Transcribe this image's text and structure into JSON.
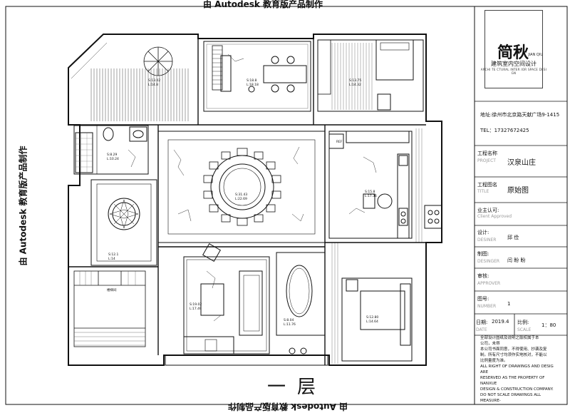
{
  "watermark": "由 Autodesk 教育版产品制作",
  "floor_title": "一层",
  "logo": {
    "name_cn": "简秋",
    "name_en": "JIAN QIU",
    "subtitle": "建筑室内空间设计",
    "subtitle_en": "ARCHI TE CTURAL INTER IOR SPACE DESI GN"
  },
  "address": "地址:徐州市北京路天献广场9-1415",
  "phone": "TEL：17327672425",
  "title_block": {
    "project_label": "工程名称",
    "project_label_en": "PROJECT",
    "project_value": "汉泉山庄",
    "title_label": "工程图名",
    "title_label_en": "TITLE",
    "title_value": "原始图",
    "approved_label": "业主认可:",
    "approved_label_en": "Client  Approved",
    "designer_label": "设计:",
    "designer_label_en": "DESINER",
    "designer_value": "邱    俭",
    "drawer_label": "制图:",
    "drawer_label_en": "DESINGER",
    "drawer_value": "闫 盼 盼",
    "approver_label": "审核:",
    "approver_label_en": "APPROVER",
    "number_label": "图号:",
    "number_label_en": "NUMBER",
    "number_value": "1",
    "date_label": "日期:",
    "date_label_en": "DATE",
    "date_value": "2019.4",
    "scale_label": "比例:",
    "scale_label_en": "SCALE",
    "scale_value": "1：80"
  },
  "notes": [
    "全部设计图纸及说明之版权属于本",
    "公司，未得",
    "本公司书面同意，不得使用、抄袭及复",
    "制。所有尺寸均须作实地核对，不能以",
    "比例量度为准。",
    "ALL RIGHT OF DRAWINGS AND DESIG ARE",
    "RESERVED AS THE PROPERTY OF NANXUE",
    "DESIGN & CONSTRUCTION COMPANY.",
    "DO NOT SCALE DRAWINGS ALL MEASURE-"
  ],
  "rooms": [
    {
      "area": "S:13.02",
      "length": "L:14.8"
    },
    {
      "area": "S:18.8",
      "length": "L:18.18"
    },
    {
      "area": "S:13.75",
      "length": "L:14.32"
    },
    {
      "area": "S:8.29",
      "length": "L:10.24"
    },
    {
      "area": "S:31.43",
      "length": "L:22.69"
    },
    {
      "area": "S:15.8",
      "length": "L:17.36"
    },
    {
      "area": "S:12.1",
      "length": "L:14"
    },
    {
      "area": "S:19.02",
      "length": "L:17.49"
    },
    {
      "area": "S:8.04",
      "length": "L:11.76"
    },
    {
      "area": "S:12.80",
      "length": "L:14.64"
    }
  ],
  "labels": {
    "stair": "楼梯间",
    "fridge": "REF"
  }
}
